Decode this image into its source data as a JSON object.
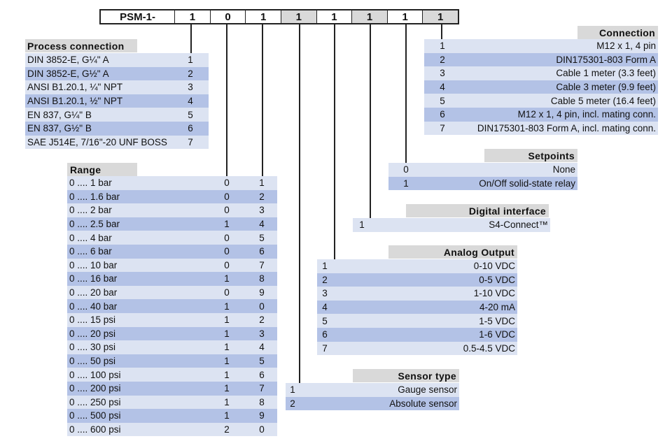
{
  "code": {
    "prefix": "PSM-1-",
    "digits": [
      "1",
      "0",
      "1",
      "1",
      "1",
      "1",
      "1",
      "1"
    ]
  },
  "process_connection": {
    "title": "Process connection",
    "rows": [
      {
        "label": "DIN 3852-E, G¼\" A",
        "code": "1"
      },
      {
        "label": "DIN 3852-E, G½\" A",
        "code": "2"
      },
      {
        "label": "ANSI B1.20.1, ¼\" NPT",
        "code": "3"
      },
      {
        "label": "ANSI B1.20.1, ½\" NPT",
        "code": "4"
      },
      {
        "label": "EN 837, G¼\" B",
        "code": "5"
      },
      {
        "label": "EN 837, G½\" B",
        "code": "6"
      },
      {
        "label": "SAE J514E, 7/16\"-20 UNF BOSS",
        "code": "7"
      }
    ]
  },
  "range": {
    "title": "Range",
    "rows": [
      {
        "label": "0 .... 1 bar",
        "c1": "0",
        "c2": "1"
      },
      {
        "label": "0 .... 1.6 bar",
        "c1": "0",
        "c2": "2"
      },
      {
        "label": "0 .... 2 bar",
        "c1": "0",
        "c2": "3"
      },
      {
        "label": "0 .... 2.5 bar",
        "c1": "1",
        "c2": "4"
      },
      {
        "label": "0 .... 4 bar",
        "c1": "0",
        "c2": "5"
      },
      {
        "label": "0 .... 6 bar",
        "c1": "0",
        "c2": "6"
      },
      {
        "label": "0 .... 10 bar",
        "c1": "0",
        "c2": "7"
      },
      {
        "label": "0 .... 16 bar",
        "c1": "1",
        "c2": "8"
      },
      {
        "label": "0 .... 20 bar",
        "c1": "0",
        "c2": "9"
      },
      {
        "label": "0 .... 40 bar",
        "c1": "1",
        "c2": "0"
      },
      {
        "label": "0 .... 15 psi",
        "c1": "1",
        "c2": "2"
      },
      {
        "label": "0 .... 20 psi",
        "c1": "1",
        "c2": "3"
      },
      {
        "label": "0 .... 30 psi",
        "c1": "1",
        "c2": "4"
      },
      {
        "label": "0 .... 50 psi",
        "c1": "1",
        "c2": "5"
      },
      {
        "label": "0 .... 100 psi",
        "c1": "1",
        "c2": "6"
      },
      {
        "label": "0 .... 200 psi",
        "c1": "1",
        "c2": "7"
      },
      {
        "label": "0 .... 250 psi",
        "c1": "1",
        "c2": "8"
      },
      {
        "label": "0 .... 500 psi",
        "c1": "1",
        "c2": "9"
      },
      {
        "label": "0 .... 600 psi",
        "c1": "2",
        "c2": "0"
      }
    ]
  },
  "connection": {
    "title": "Connection",
    "rows": [
      {
        "code": "1",
        "label": "M12 x 1, 4 pin"
      },
      {
        "code": "2",
        "label": "DIN175301-803 Form A"
      },
      {
        "code": "3",
        "label": "Cable 1 meter (3.3 feet)"
      },
      {
        "code": "4",
        "label": "Cable 3 meter (9.9 feet)"
      },
      {
        "code": "5",
        "label": "Cable 5 meter (16.4 feet)"
      },
      {
        "code": "6",
        "label": "M12 x 1, 4 pin, incl. mating conn."
      },
      {
        "code": "7",
        "label": "DIN175301-803 Form A, incl. mating conn."
      }
    ]
  },
  "setpoints": {
    "title": "Setpoints",
    "rows": [
      {
        "code": "0",
        "label": "None"
      },
      {
        "code": "1",
        "label": "On/Off solid-state relay"
      }
    ]
  },
  "digital_interface": {
    "title": "Digital interface",
    "rows": [
      {
        "code": "1",
        "label": "S4-Connect™"
      }
    ]
  },
  "analog_output": {
    "title": "Analog Output",
    "rows": [
      {
        "code": "1",
        "label": "0-10 VDC"
      },
      {
        "code": "2",
        "label": "0-5 VDC"
      },
      {
        "code": "3",
        "label": "1-10 VDC"
      },
      {
        "code": "4",
        "label": "4-20 mA"
      },
      {
        "code": "5",
        "label": "1-5 VDC"
      },
      {
        "code": "6",
        "label": "1-6 VDC"
      },
      {
        "code": "7",
        "label": "0.5-4.5 VDC"
      }
    ]
  },
  "sensor_type": {
    "title": "Sensor type",
    "rows": [
      {
        "code": "1",
        "label": "Gauge sensor"
      },
      {
        "code": "2",
        "label": "Absolute sensor"
      }
    ]
  }
}
